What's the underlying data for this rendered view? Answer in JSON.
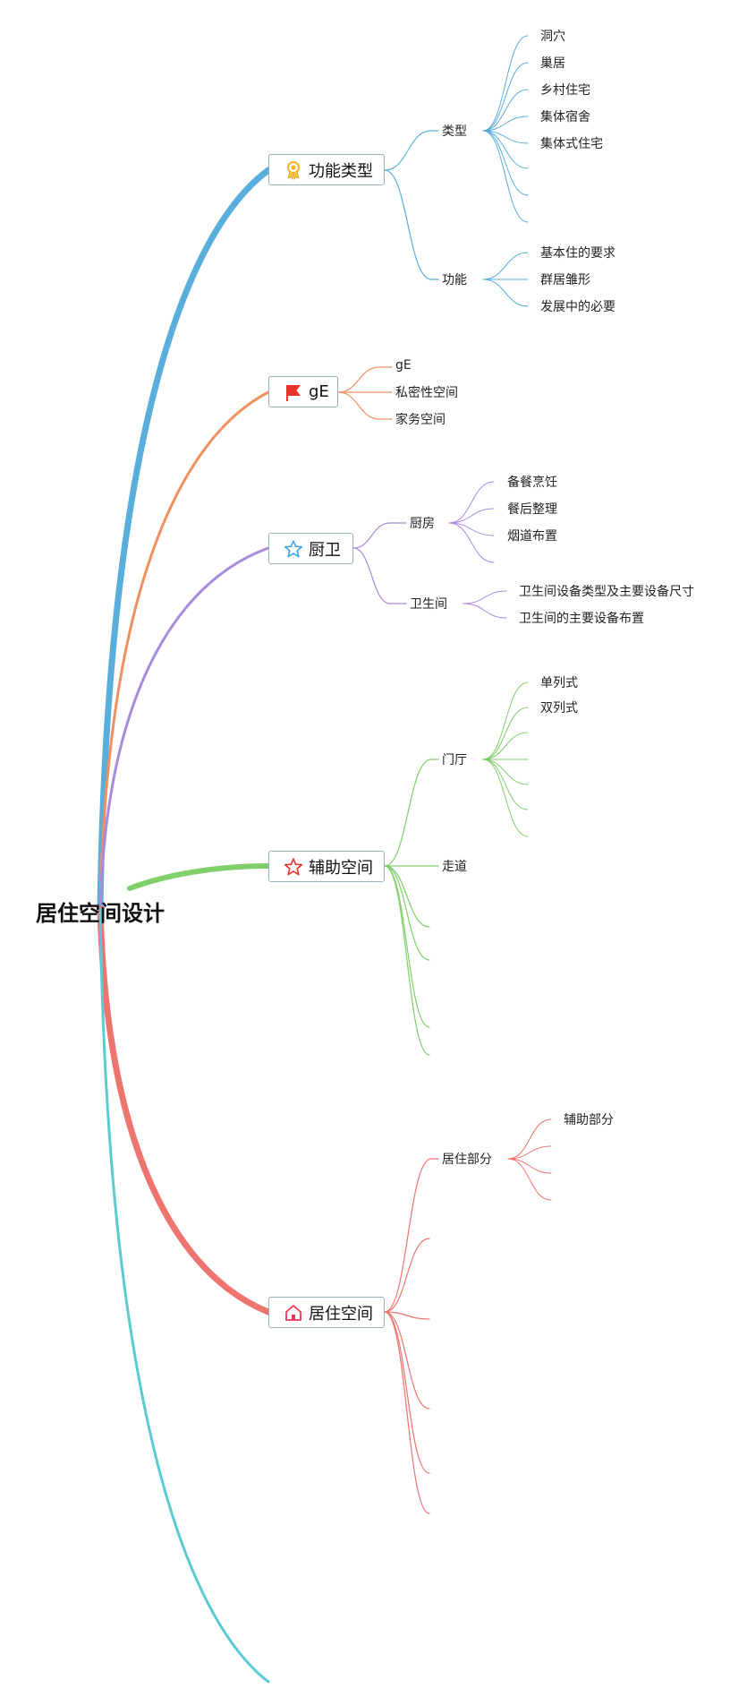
{
  "root": {
    "title": "居住空间设计"
  },
  "colors": {
    "blue": "#5aaedc",
    "orange": "#ef915e",
    "purple": "#a78bdc",
    "green": "#7fcf6a",
    "red": "#ee7470",
    "cyan": "#5bcbd3",
    "node_border": "#98b1b8"
  },
  "branches": [
    {
      "key": "b1",
      "label": "功能类型",
      "icon": "award-ribbon-icon",
      "color": "blue",
      "children": [
        {
          "label": "类型",
          "children": [
            "洞穴",
            "巢居",
            "乡村住宅",
            "集体宿舍",
            "集体式住宅",
            "",
            "",
            ""
          ]
        },
        {
          "label": "功能",
          "children": [
            "基本住的要求",
            "群居雏形",
            "发展中的必要"
          ]
        }
      ]
    },
    {
      "key": "b2",
      "label": "gE",
      "icon": "red-flag-icon",
      "color": "orange",
      "children": [
        {
          "label": "gE",
          "children": []
        },
        {
          "label": "私密性空间",
          "children": []
        },
        {
          "label": "家务空间",
          "children": []
        }
      ]
    },
    {
      "key": "b3",
      "label": "厨卫",
      "icon": "star-outline-icon",
      "color": "purple",
      "children": [
        {
          "label": "厨房",
          "children": [
            "备餐烹饪",
            "餐后整理",
            "烟道布置",
            ""
          ]
        },
        {
          "label": "卫生间",
          "children": [
            "卫生间设备类型及主要设备尺寸",
            "卫生间的主要设备布置"
          ]
        }
      ]
    },
    {
      "key": "b4",
      "label": "辅助空间",
      "icon": "star-outline-icon",
      "color": "green",
      "children": [
        {
          "label": "门厅",
          "children": [
            "单列式",
            "双列式",
            "",
            "",
            "",
            "",
            ""
          ]
        },
        {
          "label": "走道",
          "children": []
        },
        {
          "label": "",
          "children": []
        },
        {
          "label": "",
          "children": []
        },
        {
          "label": "",
          "children": []
        },
        {
          "label": "",
          "children": []
        }
      ]
    },
    {
      "key": "b5",
      "label": "居住空间",
      "icon": "house-icon",
      "color": "red",
      "children": [
        {
          "label": "居住部分",
          "children": [
            "辅助部分",
            "",
            "",
            ""
          ]
        },
        {
          "label": "",
          "children": []
        },
        {
          "label": "",
          "children": []
        },
        {
          "label": "",
          "children": []
        },
        {
          "label": "",
          "children": []
        },
        {
          "label": "",
          "children": []
        }
      ]
    },
    {
      "key": "b6",
      "label": "",
      "icon": "",
      "color": "cyan",
      "children": []
    }
  ]
}
